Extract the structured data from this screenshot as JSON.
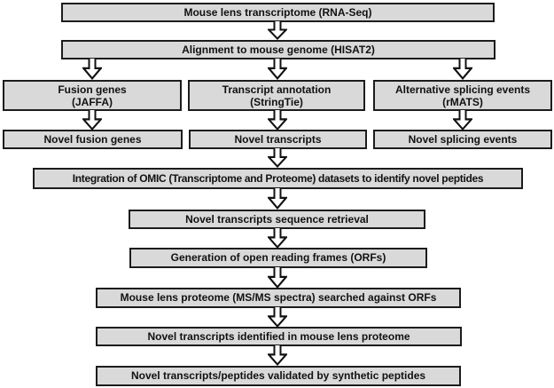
{
  "diagram": {
    "type": "flowchart",
    "colors": {
      "background": "#ffffff",
      "box_fill": "#d9d9d9",
      "box_border": "#1c1c1c",
      "text": "#111111",
      "arrow_fill": "#ffffff",
      "arrow_stroke": "#111111"
    },
    "nodes": {
      "transcriptome": {
        "label": "Mouse lens transcriptome (RNA-Seq)"
      },
      "alignment": {
        "label": "Alignment to mouse genome (HISAT2)"
      },
      "fusion_genes": {
        "line1": "Fusion genes",
        "line2": "(JAFFA)"
      },
      "transcript_annotation": {
        "line1": "Transcript annotation",
        "line2": "(StringTie)"
      },
      "alt_splicing": {
        "line1": "Alternative splicing events",
        "line2": "(rMATS)"
      },
      "novel_fusion": {
        "label": "Novel fusion genes"
      },
      "novel_transcripts": {
        "label": "Novel transcripts"
      },
      "novel_splicing": {
        "label": "Novel splicing events"
      },
      "integration": {
        "label": "Integration of OMIC (Transcriptome and Proteome) datasets to identify novel peptides"
      },
      "retrieval": {
        "label": "Novel transcripts sequence retrieval"
      },
      "orfs": {
        "label": "Generation of open reading frames (ORFs)"
      },
      "proteome_search": {
        "label": "Mouse lens proteome (MS/MS spectra) searched against ORFs"
      },
      "identified": {
        "label": "Novel transcripts identified in mouse lens proteome"
      },
      "validated": {
        "label": "Novel transcripts/peptides validated by synthetic peptides"
      }
    },
    "edges": [
      {
        "from": "transcriptome",
        "to": "alignment"
      },
      {
        "from": "alignment",
        "to": "fusion_genes"
      },
      {
        "from": "alignment",
        "to": "transcript_annotation"
      },
      {
        "from": "alignment",
        "to": "alt_splicing"
      },
      {
        "from": "fusion_genes",
        "to": "novel_fusion"
      },
      {
        "from": "transcript_annotation",
        "to": "novel_transcripts"
      },
      {
        "from": "alt_splicing",
        "to": "novel_splicing"
      },
      {
        "from": "novel_transcripts",
        "to": "integration"
      },
      {
        "from": "integration",
        "to": "retrieval"
      },
      {
        "from": "retrieval",
        "to": "orfs"
      },
      {
        "from": "orfs",
        "to": "proteome_search"
      },
      {
        "from": "proteome_search",
        "to": "identified"
      },
      {
        "from": "identified",
        "to": "validated"
      }
    ]
  }
}
